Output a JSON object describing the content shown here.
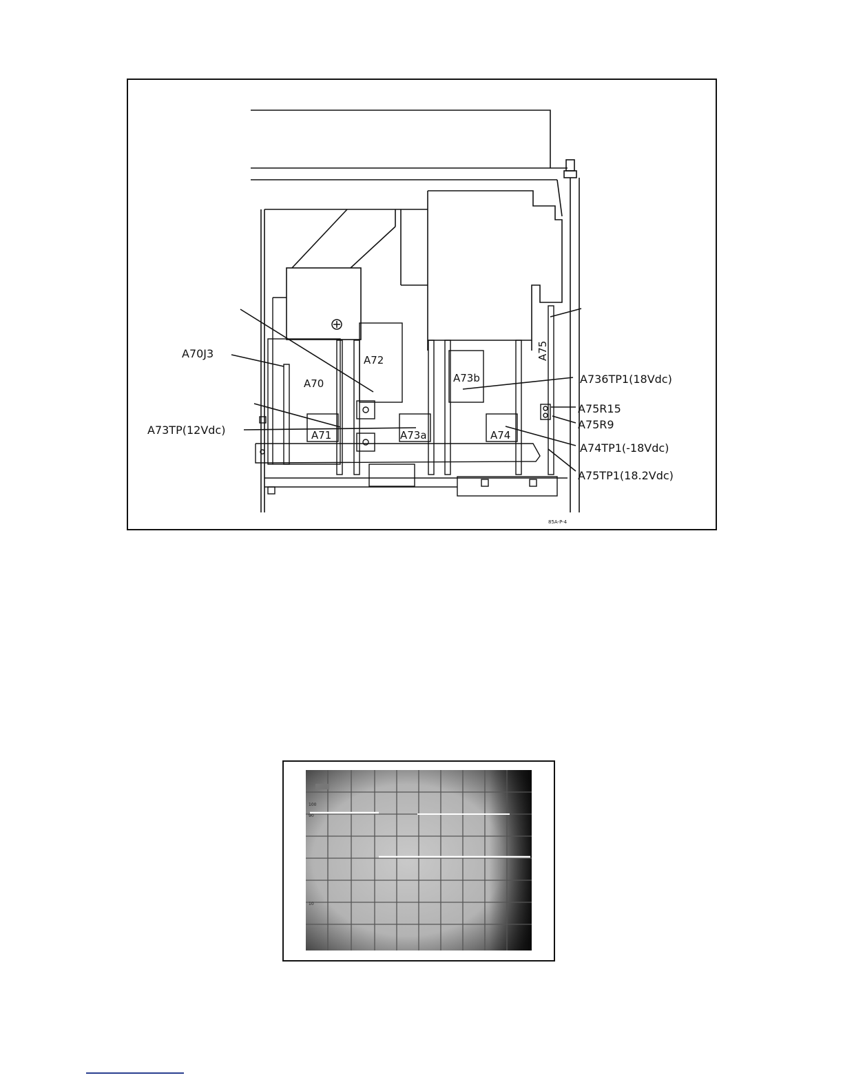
{
  "diagram": {
    "board_labels": {
      "a70": "A70",
      "a71": "A71",
      "a72": "A72",
      "a73a": "A73a",
      "a73b": "A73b",
      "a74": "A74",
      "a75": "A75"
    },
    "callouts": {
      "a70j3": "A70J3",
      "a73tp": "A73TP(12Vdc)",
      "a736tp1": "A736TP1(18Vdc)",
      "a75r15": "A75R15",
      "a75r9": "A75R9",
      "a74tp1": "A74TP1(-18Vdc)",
      "a75tp1": "A75TP1(18.2Vdc)"
    },
    "figure_code": "85A-P-4"
  },
  "oscilloscope": {
    "screen_marks": {
      "r1": "100",
      "r2": "90",
      "r8": "10"
    }
  }
}
